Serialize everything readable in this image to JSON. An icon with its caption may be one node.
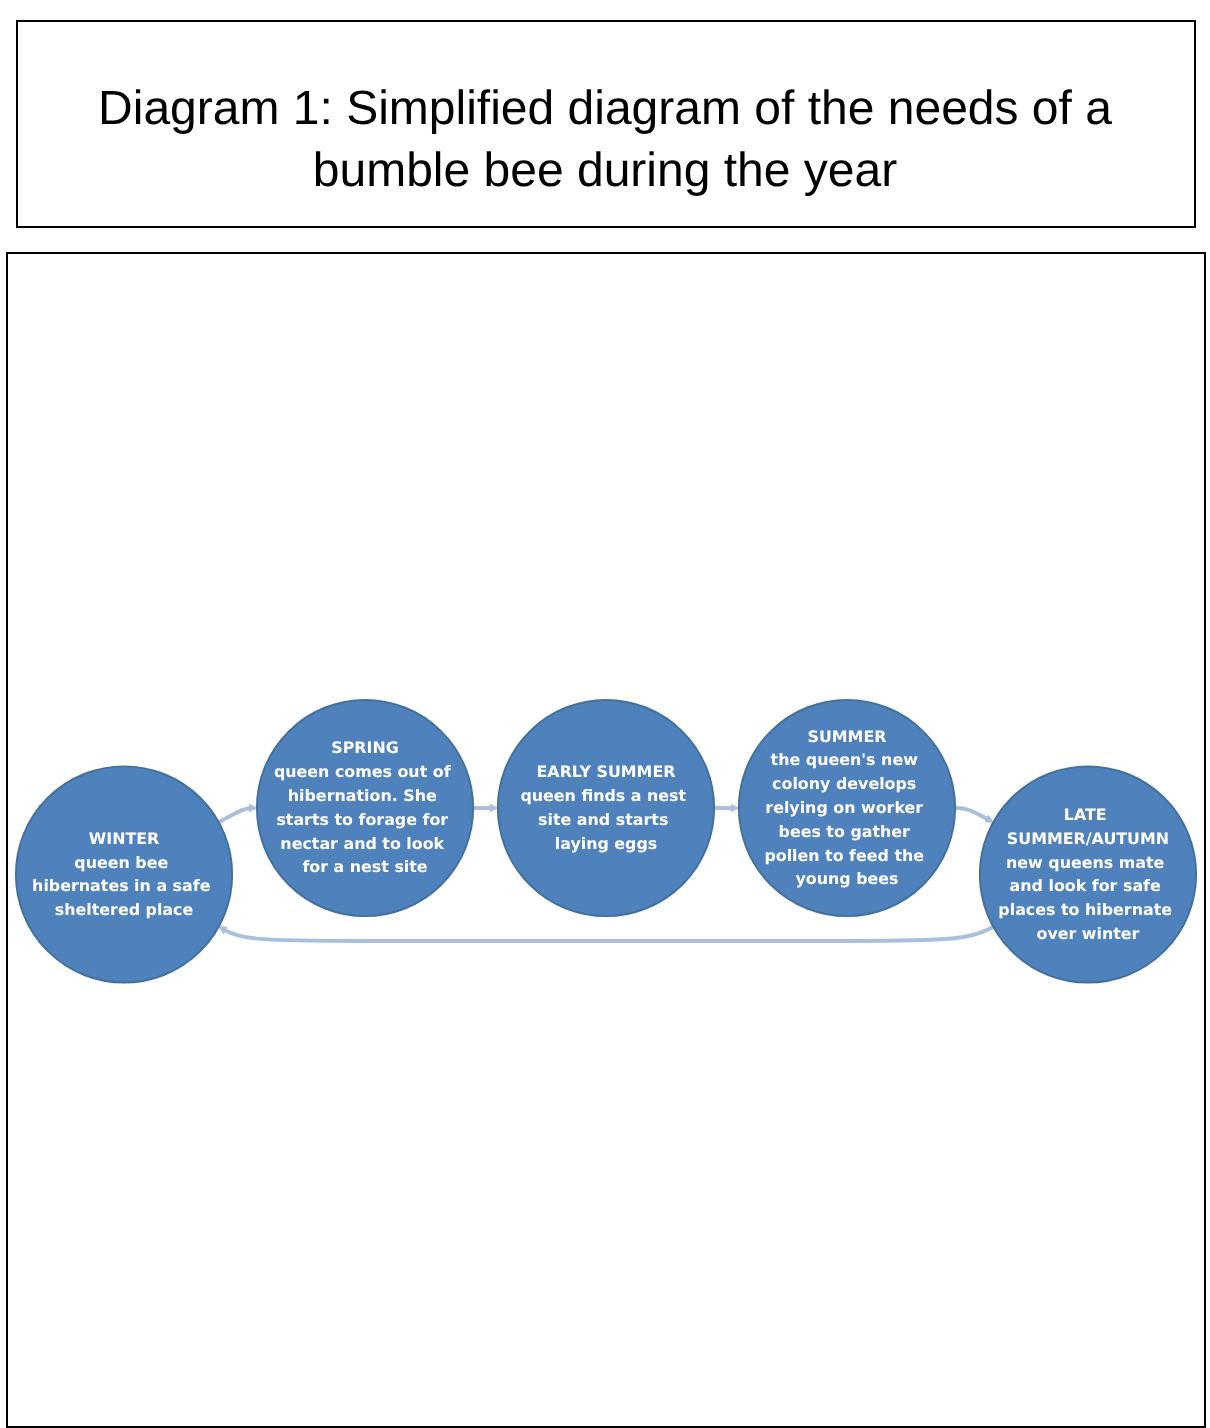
{
  "diagram": {
    "title": "Diagram 1: Simplified diagram of the needs of a bumble bee during the year",
    "nodes": [
      {
        "text": [
          "WINTER",
          "queen bee hibernates in a safe sheltered place"
        ]
      },
      {
        "text": [
          "SPRING",
          "queen comes out of hibernation. She starts to forage for nectar and to look for a nest site"
        ]
      },
      {
        "text": [
          "EARLY SUMMER",
          "queen finds a nest site and starts laying eggs"
        ]
      },
      {
        "text": [
          "SUMMER",
          "the queen's new colony develops relying on worker bees to gather pollen to feed the young bees"
        ]
      },
      {
        "text": [
          "LATE SUMMER/AUTUMN",
          "new queens mate and look for safe places to hibernate over winter"
        ]
      }
    ],
    "edges": [
      {
        "from": 0,
        "to": 1,
        "arrow": "to"
      },
      {
        "from": 1,
        "to": 2,
        "arrow": "to"
      },
      {
        "from": 2,
        "to": 3,
        "arrow": "to"
      },
      {
        "from": 3,
        "to": 4,
        "arrow": "to"
      },
      {
        "from": 4,
        "to": 0,
        "arrow": "to"
      }
    ]
  }
}
